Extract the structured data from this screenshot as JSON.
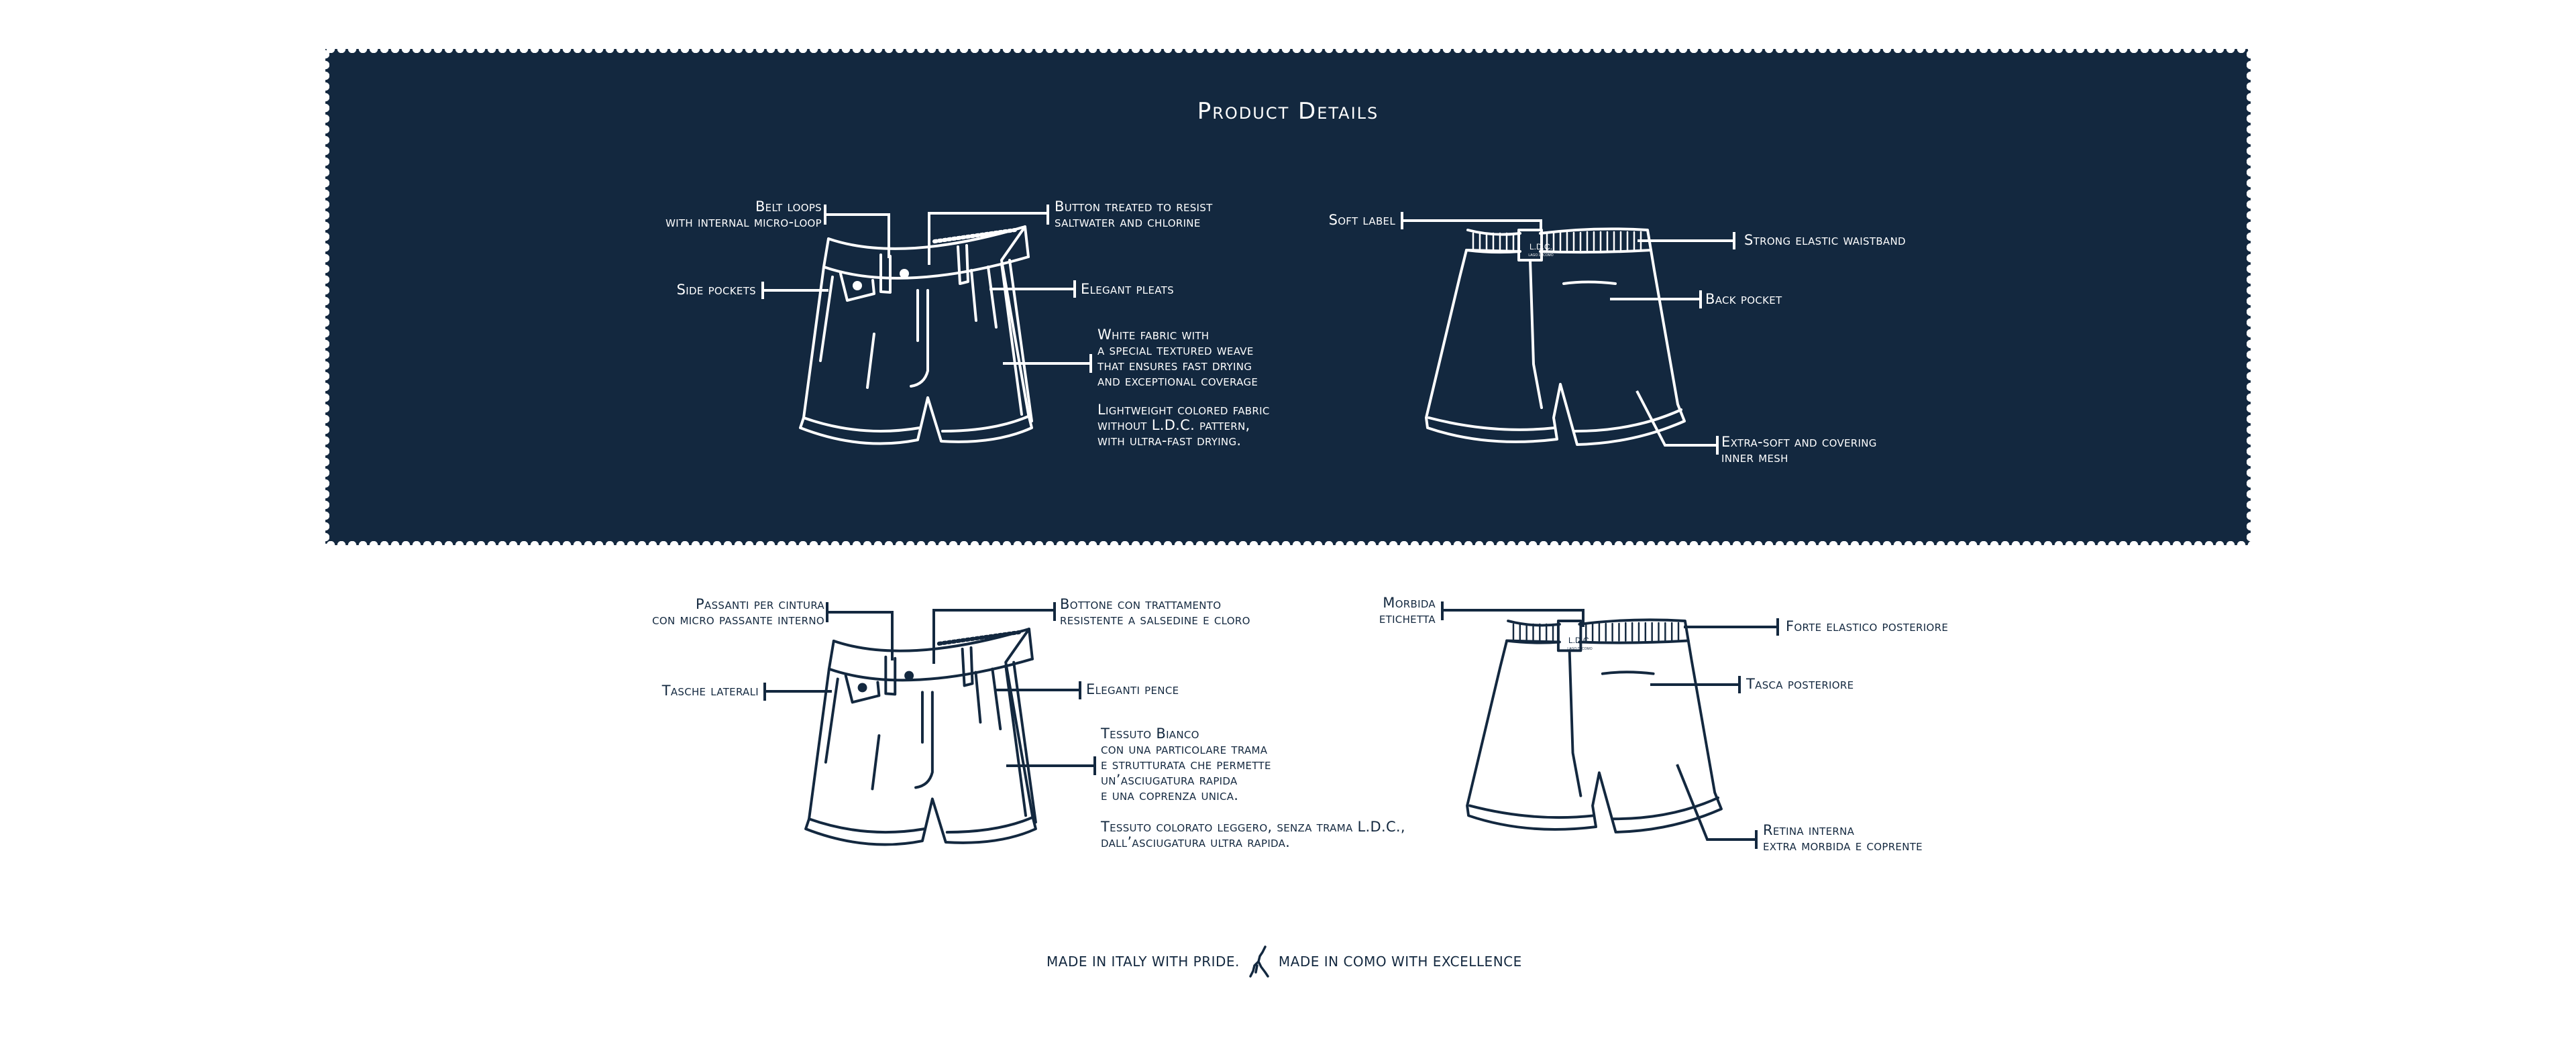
{
  "title": "Product Details",
  "colors": {
    "navy": "#13283f",
    "white": "#ffffff"
  },
  "english": {
    "front": {
      "belt_loops": [
        "Belt loops",
        "with internal micro-loop"
      ],
      "button": [
        "Button treated to resist",
        "saltwater and chlorine"
      ],
      "side_pockets": "Side pockets",
      "pleats": "Elegant pleats",
      "white_fabric": [
        "White fabric with",
        "a special textured weave",
        "that ensures fast drying",
        "and exceptional coverage"
      ],
      "colored_fabric": [
        "Lightweight colored fabric",
        "without L.D.C. pattern,",
        "with ultra-fast drying."
      ]
    },
    "back": {
      "soft_label": "Soft label",
      "waistband": "Strong elastic waistband",
      "back_pocket": "Back pocket",
      "mesh": [
        "Extra-soft and covering",
        "inner mesh"
      ]
    }
  },
  "italian": {
    "front": {
      "belt_loops": [
        "Passanti per cintura",
        "con micro passante interno"
      ],
      "button": [
        "Bottone con trattamento",
        "resistente a salsedine e cloro"
      ],
      "side_pockets": "Tasche laterali",
      "pleats": "Eleganti pence",
      "white_fabric": [
        "Tessuto Bianco",
        "con una particolare trama",
        "e strutturata che permette",
        "un’asciugatura rapida",
        "e una coprenza unica."
      ],
      "colored_fabric": [
        "Tessuto colorato leggero, senza trama L.D.C.,",
        "dall’asciugatura ultra rapida."
      ]
    },
    "back": {
      "soft_label": [
        "Morbida",
        "etichetta"
      ],
      "waistband": "Forte elastico posteriore",
      "back_pocket": "Tasca posteriore",
      "mesh": [
        "Retina interna",
        "extra morbida e coprente"
      ]
    }
  },
  "brand_label": {
    "logo": "L.D.C.",
    "sub": "Lago di Como"
  },
  "footer": {
    "left": "Made in Italy with pride.",
    "icon": "lake-como-icon",
    "right": "Made in Como with excellence"
  }
}
